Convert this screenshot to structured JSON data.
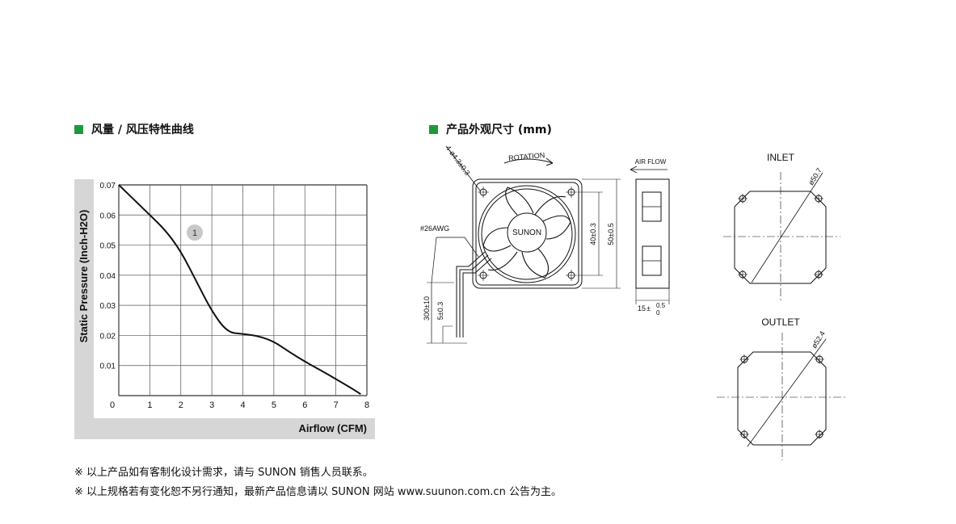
{
  "sections": {
    "chart_title": "风量 / 风压特性曲线",
    "dimension_title": "产品外观尺寸 (mm)"
  },
  "chart_data": {
    "type": "line",
    "xlabel": "Airflow (CFM)",
    "ylabel": "Static Pressure (Inch-H2O)",
    "xlim": [
      0,
      8
    ],
    "ylim": [
      0,
      0.07
    ],
    "x_ticks": [
      "0",
      "1",
      "2",
      "3",
      "4",
      "5",
      "6",
      "7",
      "8"
    ],
    "y_ticks": [
      "0.01",
      "0.02",
      "0.03",
      "0.04",
      "0.05",
      "0.06",
      "0.07"
    ],
    "grid": true,
    "series": [
      {
        "name": "1",
        "x": [
          0,
          0.5,
          1,
          1.5,
          2,
          2.5,
          3,
          3.5,
          4,
          4.5,
          5,
          5.5,
          6,
          6.5,
          7,
          7.5,
          7.8
        ],
        "y": [
          0.07,
          0.065,
          0.06,
          0.055,
          0.048,
          0.038,
          0.028,
          0.021,
          0.0205,
          0.0198,
          0.018,
          0.0145,
          0.0113,
          0.0085,
          0.0055,
          0.0025,
          0.0005
        ]
      }
    ],
    "annotations": [
      "1"
    ]
  },
  "drawing": {
    "holes_label": "4-ø4.3±0.3",
    "rotation_label": "ROTATION",
    "brand": "SUNON",
    "wire_label": "#26AWG",
    "lead_length": "300±10",
    "strip_length": "5±0.3",
    "dim_inner": "40±0.3",
    "dim_outer": "50±0.5",
    "airflow_label": "AIR FLOW",
    "thickness_main": "15",
    "thickness_tol_plus": "0.5",
    "thickness_tol_minus": "0",
    "inlet_label": "INLET",
    "inlet_dia": "ø50.7",
    "outlet_label": "OUTLET",
    "outlet_dia": "ø52.4"
  },
  "notes": {
    "line1": "※ 以上产品如有客制化设计需求，请与 SUNON 销售人员联系。",
    "line2": "※ 以上规格若有变化恕不另行通知，最新产品信息请以 SUNON 网站 www.suunon.com.cn 公告为主。"
  }
}
